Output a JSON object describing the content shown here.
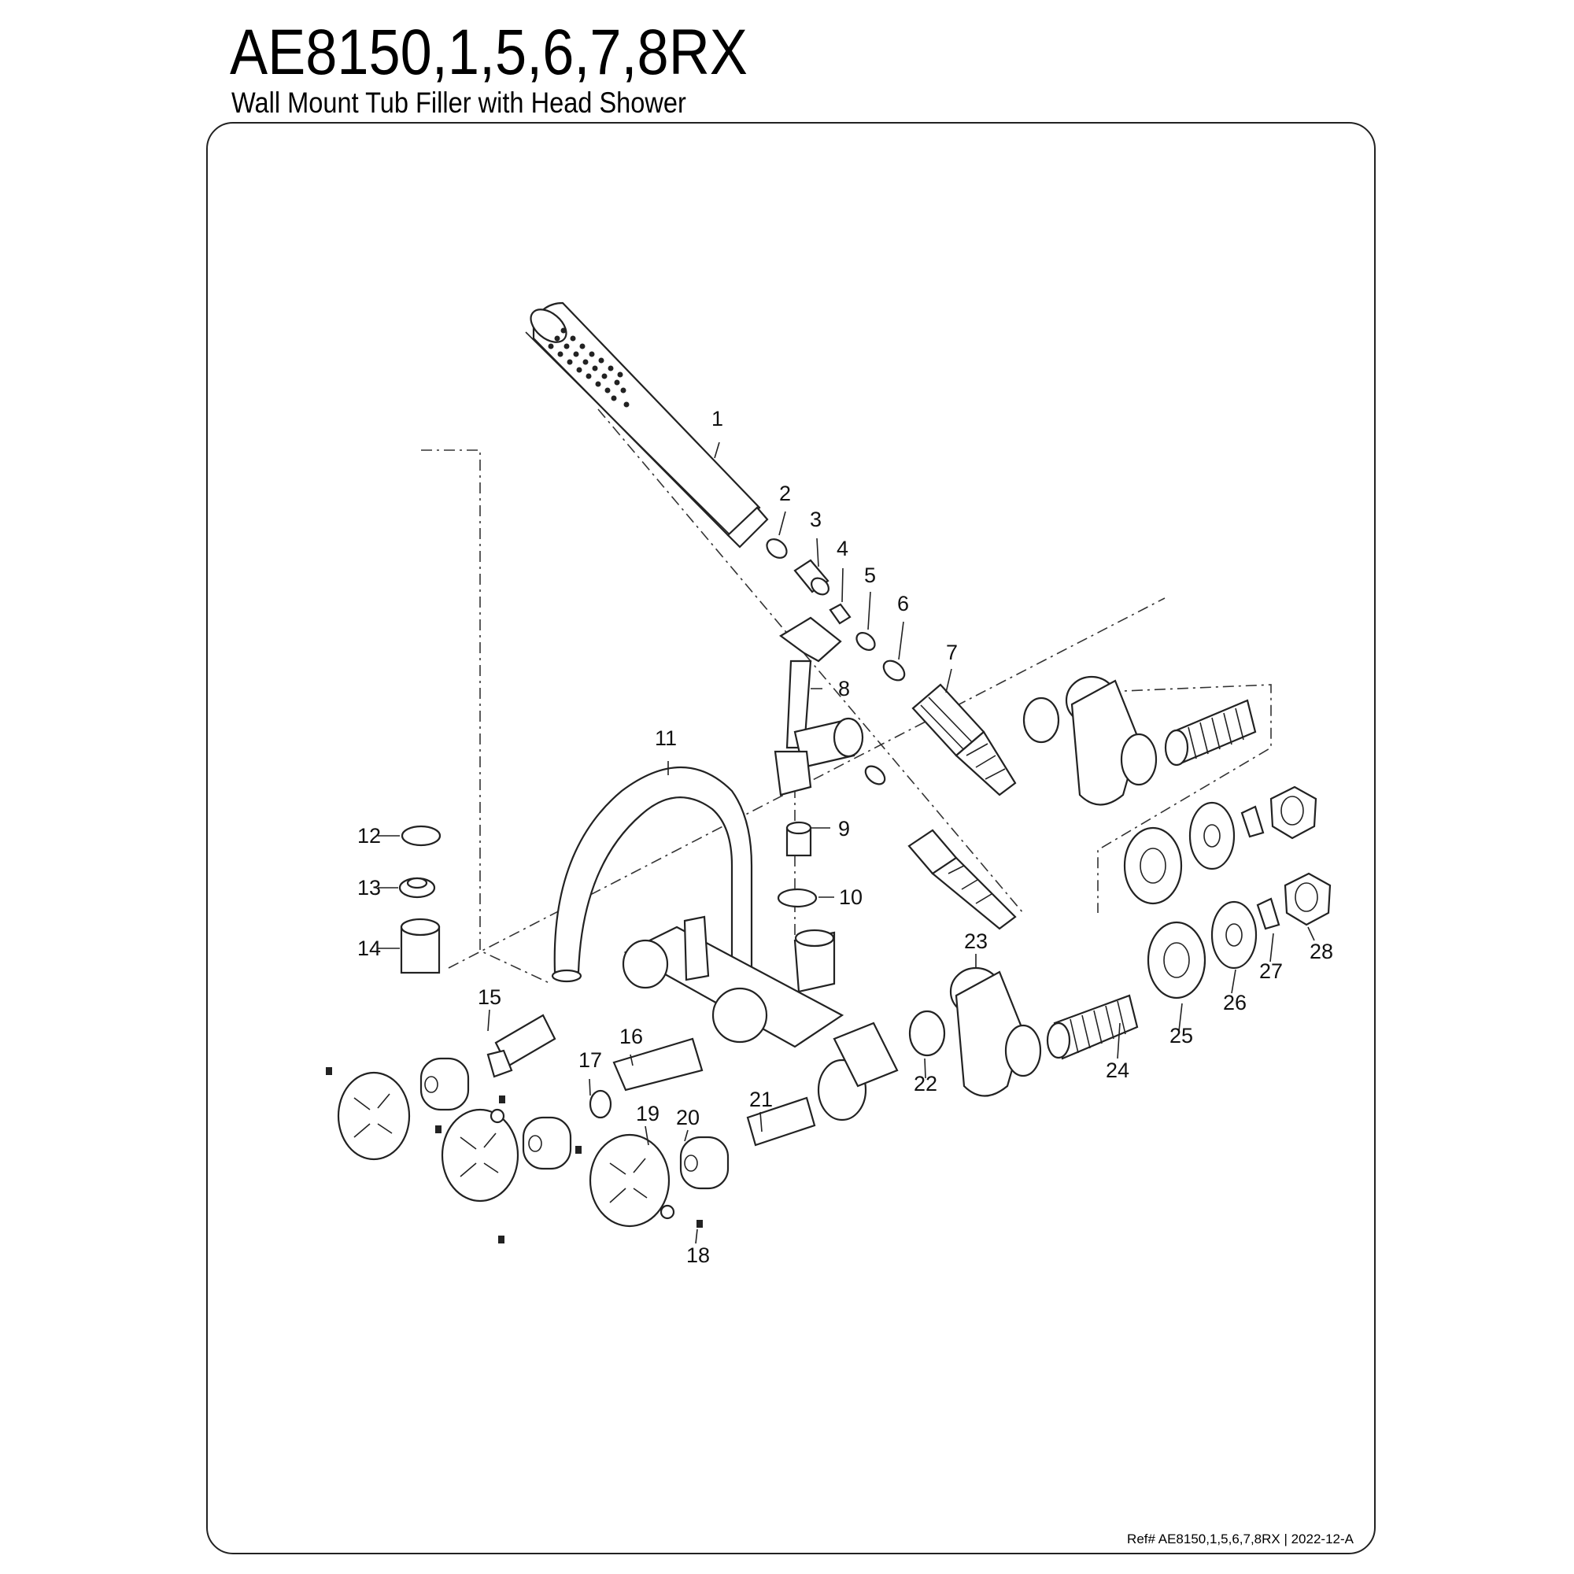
{
  "header": {
    "model": "AE8150,1,5,6,7,8RX",
    "subtitle": "Wall Mount Tub Filler with Head Shower"
  },
  "footer": {
    "reference": "Ref# AE8150,1,5,6,7,8RX | 2022-12-A"
  },
  "diagram": {
    "part_labels": [
      "1",
      "2",
      "3",
      "4",
      "5",
      "6",
      "7",
      "8",
      "9",
      "10",
      "11",
      "12",
      "13",
      "14",
      "15",
      "16",
      "17",
      "18",
      "19",
      "20",
      "21",
      "22",
      "23",
      "24",
      "25",
      "26",
      "27",
      "28"
    ]
  }
}
